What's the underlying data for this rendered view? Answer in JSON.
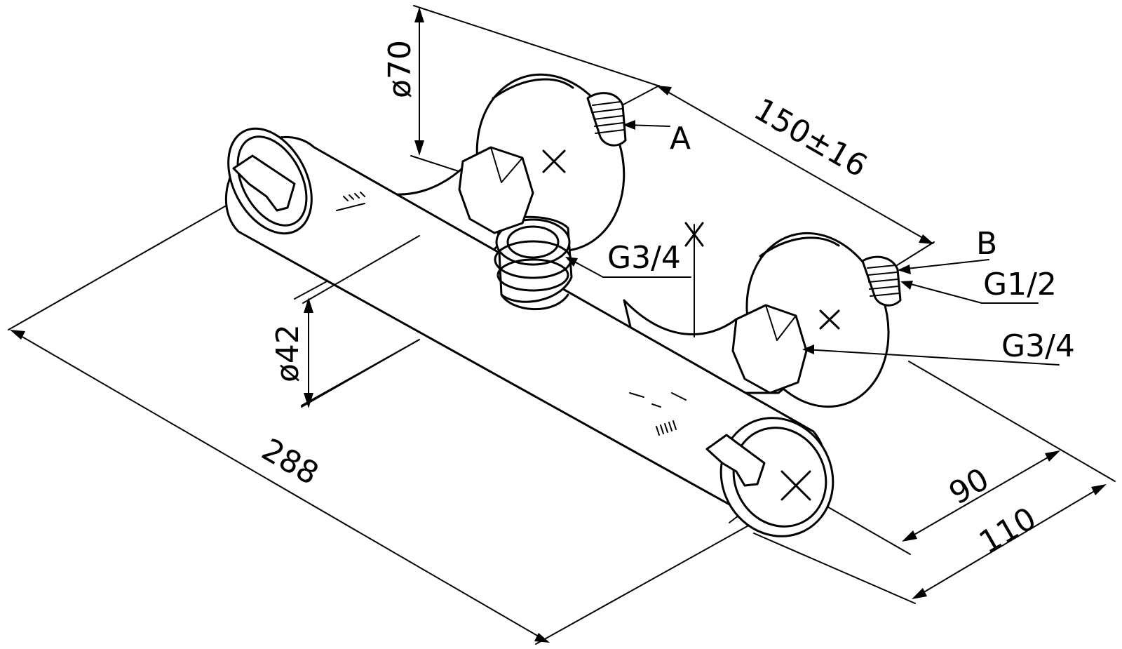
{
  "dimensions": {
    "plate_diameter": "ø70",
    "body_diameter": "ø42",
    "overall_length": "288",
    "inlet_spacing": "150±16",
    "depth_90": "90",
    "depth_110": "110"
  },
  "labels": {
    "inlet_a": "A",
    "inlet_b": "B",
    "thread_half": "G1/2",
    "outlet_top": "G3/4",
    "outlet_right": "G3/4"
  }
}
